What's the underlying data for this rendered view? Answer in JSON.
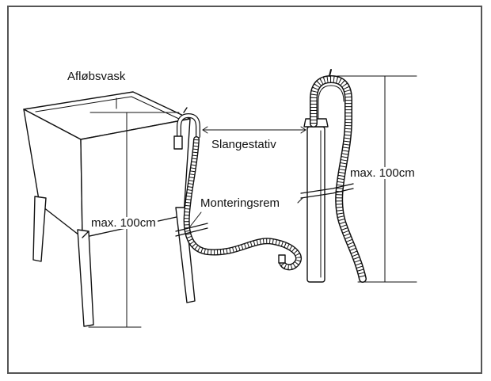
{
  "labels": {
    "sink": "Afløbsvask",
    "hose_stand": "Slangestativ",
    "strap": "Monteringsrem",
    "max_height_sink": "max. 100cm",
    "max_height_stand": "max. 100cm"
  },
  "colors": {
    "stroke": "#111111",
    "frame": "#555555",
    "background": "#ffffff"
  }
}
